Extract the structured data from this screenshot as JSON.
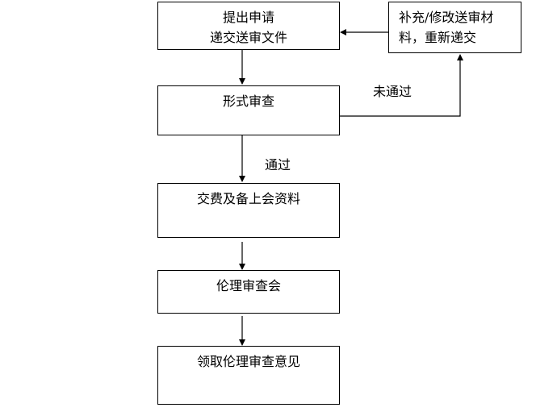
{
  "nodes": {
    "submit": {
      "lines": [
        "提出申请",
        "递交送审文件"
      ]
    },
    "formal_review": {
      "lines": [
        "形式审查"
      ]
    },
    "fee": {
      "lines": [
        "交费及备上会资料"
      ]
    },
    "ethics_meeting": {
      "lines": [
        "伦理审查会"
      ]
    },
    "opinion": {
      "lines": [
        "领取伦理审查意见"
      ]
    },
    "resubmit": {
      "lines": [
        "补充/修改送审材料，重新递交"
      ]
    }
  },
  "edges": {
    "not_passed_label": "未通过",
    "passed_label": "通过"
  },
  "colors": {
    "stroke": "#000000",
    "fill": "#ffffff"
  }
}
